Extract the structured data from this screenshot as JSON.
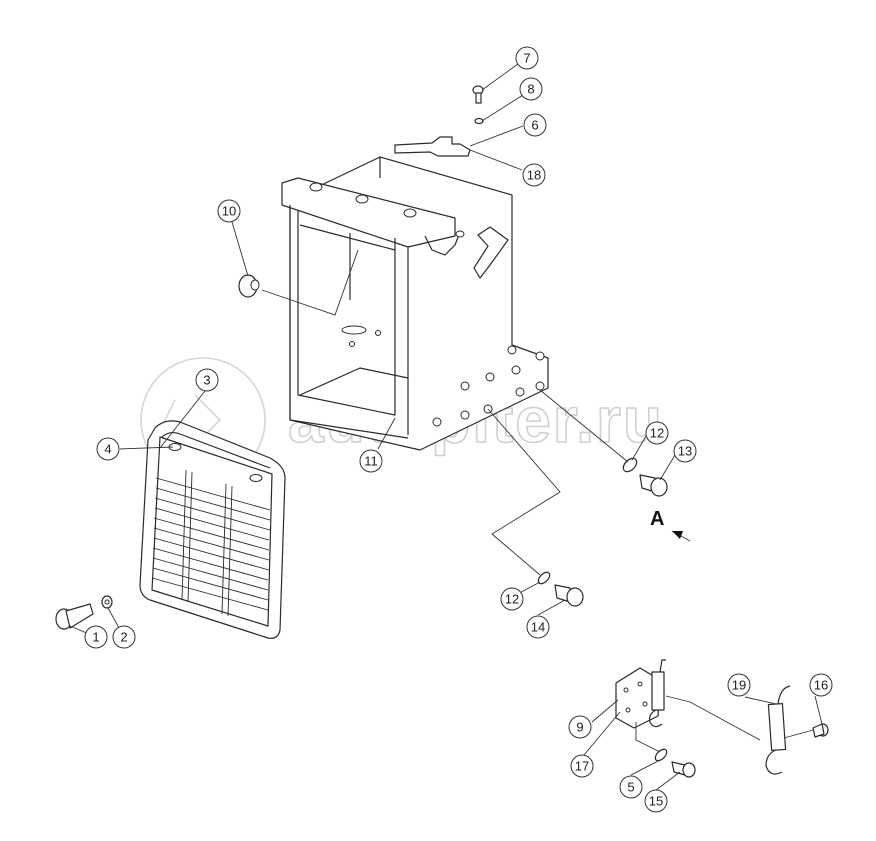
{
  "watermark": {
    "text": "autopiter.ru"
  },
  "view_label": "A",
  "callouts": [
    {
      "id": "1",
      "label": "1"
    },
    {
      "id": "2",
      "label": "2"
    },
    {
      "id": "3",
      "label": "3"
    },
    {
      "id": "4",
      "label": "4"
    },
    {
      "id": "5",
      "label": "5"
    },
    {
      "id": "6",
      "label": "6"
    },
    {
      "id": "7",
      "label": "7"
    },
    {
      "id": "8",
      "label": "8"
    },
    {
      "id": "9",
      "label": "9"
    },
    {
      "id": "10",
      "label": "10"
    },
    {
      "id": "11",
      "label": "11"
    },
    {
      "id": "12a",
      "label": "12"
    },
    {
      "id": "12b",
      "label": "12"
    },
    {
      "id": "13",
      "label": "13"
    },
    {
      "id": "14",
      "label": "14"
    },
    {
      "id": "15",
      "label": "15"
    },
    {
      "id": "16",
      "label": "16"
    },
    {
      "id": "17",
      "label": "17"
    },
    {
      "id": "18",
      "label": "18"
    },
    {
      "id": "19",
      "label": "19"
    }
  ]
}
